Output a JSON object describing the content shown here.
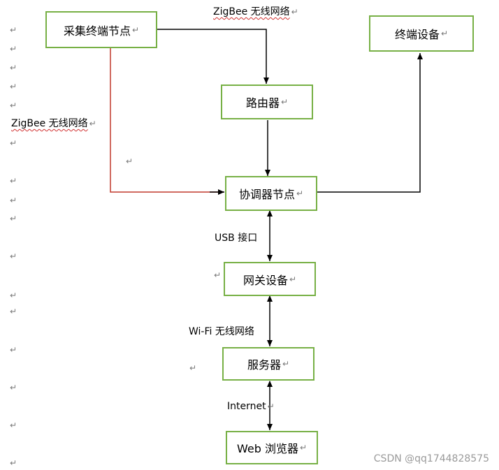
{
  "colors": {
    "box_border": "#77b045",
    "line": "#000000",
    "red_line": "#c0392b"
  },
  "paragraph_mark": "↵",
  "nodes": {
    "collector": "采集终端节点",
    "terminal": "终端设备",
    "router": "路由器",
    "coordinator": "协调器节点",
    "gateway": "网关设备",
    "server": "服务器",
    "browser": "Web 浏览器"
  },
  "edge_labels": {
    "zigbee_top": "ZigBee 无线网络",
    "zigbee_left": "ZigBee 无线网络",
    "usb": "USB 接口",
    "wifi": "Wi-Fi 无线网络",
    "internet": "Internet"
  },
  "watermark": "CSDN @qq1744828575"
}
